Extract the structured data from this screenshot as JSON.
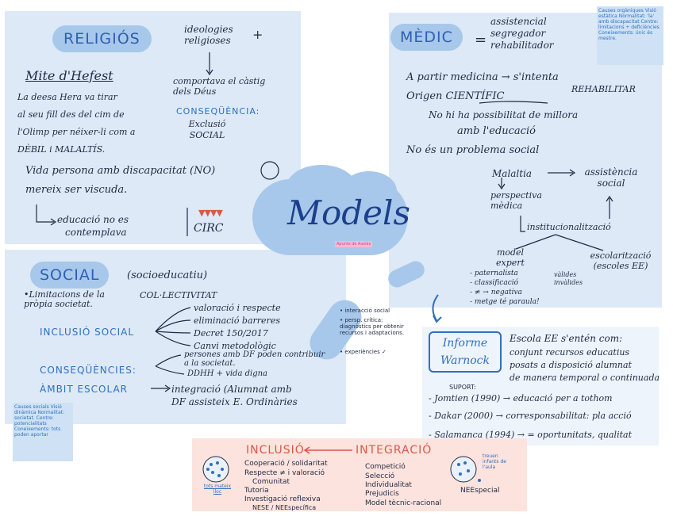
{
  "center": {
    "title": "Models",
    "signature": "Apunts de Ausiàs"
  },
  "religios": {
    "title": "RELIGIÓS",
    "ideologies": "ideologies religioses",
    "comportava": "comportava el càstig dels Déus",
    "consequencia_label": "CONSEQÜÈNCIA:",
    "exclusio": "Exclusió SOCIAL",
    "mite_title": "Mite d'Hefest",
    "mite_l1": "La deesa Hera va tirar",
    "mite_l2": "al seu fill des del cim de",
    "mite_l3": "l'Olimp per néixer-li com a",
    "mite_l4": "DÈBIL i MALALTÍS.",
    "vida_l1": "Vida persona amb discapacitat (NO)",
    "vida_l2": "mereix ser viscuda.",
    "educacio_l1": "educació no es",
    "educacio_l2": "contemplava",
    "circ": "CIRC"
  },
  "medic": {
    "title": "MÈDIC",
    "equals": "=",
    "attrs": "assistencial segregador rehabilitador",
    "arrow1": "A partir medicina → s'intenta",
    "rehabilitar": "REHABILITAR",
    "arrow2": "Origen CIENTÍFIC",
    "nohi": "No hi ha possibilitat de millora",
    "educacio": "amb l'educació",
    "arrow3": "No és un problema social",
    "malaltia": "Malaltia",
    "assistencia": "assistència social",
    "perspectiva": "perspectiva mèdica",
    "institucionalitzacio": "institucionalització",
    "model_expert": "model expert",
    "escolaritzacio": "escolarització (escoles EE)",
    "bullets": [
      "paternalista",
      "classificació",
      "≠ → negativa",
      "metge té paraula!"
    ],
    "valides": "vàlides invàlides",
    "note": "Causes orgàniques Visió estàtica Normalitat: 'la' amb discapacitat Centre: limitacions + deficiències Coneixements: únic és mestre."
  },
  "social": {
    "title": "SOCIAL",
    "subtitle": "(socioeducatiu)",
    "limitacions": "•Limitacions de la pròpia societat.",
    "collectivitat": "COL·LECTIVITAT",
    "inclusio_label": "INCLUSIÓ SOCIAL",
    "branches": [
      "valoració i respecte",
      "eliminació barreres",
      "Decret 150/2017",
      "Canvi metodològic"
    ],
    "consequencies_label": "CONSEQÜÈNCIES:",
    "consequencies": [
      "persones amb DF poden contribuir a la societat.",
      "DDHH + vida digna"
    ],
    "ambit_label": "ÀMBIT ESCOLAR",
    "ambit_text_l1": "integració (Alumnat amb",
    "ambit_text_l2": "DF assisteix E. Ordinàries",
    "note": "Causes socials Visió dinàmica Normalitat: societat. Centre: potencialitats Coneixements: tots poden aportar"
  },
  "middle_list": [
    "interacció social",
    "persp. crítica: diagnòstics per obtenir recursos i adaptacions.",
    "experiències ✓"
  ],
  "warnock": {
    "title": "Informe Warnock",
    "escola_l1": "Escola EE s'entén com:",
    "escola_l2": "conjunt recursos educatius",
    "escola_l3": "posats a disposició alumnat",
    "escola_l4": "de manera temporal o continuada",
    "suport": "SUPORT:",
    "items": [
      "Jomtien (1990) → educació per a tothom",
      "Dakar (2000) → corresponsabilitat: pla acció",
      "Salamanca (1994) → = oportunitats, qualitat"
    ]
  },
  "bottom": {
    "inclusio": "INCLUSIÓ",
    "integracio": "INTEGRACIÓ",
    "left_caption": "tots mateix lloc",
    "right_caption": "treuen infants de l'aula",
    "inclusio_items": [
      "Cooperació / solidaritat",
      "Respecte ≠ i valoració",
      "Comunitat",
      "Tutoria",
      "Investigació reflexiva",
      "NESE / NEEspecífica"
    ],
    "integracio_items": [
      "Competició",
      "Selecció",
      "Individualitat",
      "Prejudicis",
      "Model tècnic-racional"
    ],
    "neespecial": "NEEspecial"
  }
}
